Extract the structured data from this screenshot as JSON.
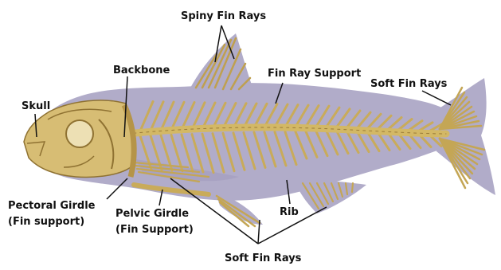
{
  "labels": {
    "spiny_fin_rays": "Spiny Fin Rays",
    "backbone": "Backbone",
    "fin_ray_support": "Fin Ray Support",
    "soft_fin_rays_tail": "Soft Fin Rays",
    "skull": "Skull",
    "pectoral_girdle_line1": "Pectoral Girdle",
    "pectoral_girdle_line2": "(Fin support)",
    "pelvic_girdle_line1": "Pelvic Girdle",
    "pelvic_girdle_line2": "(Fin Support)",
    "rib": "Rib",
    "soft_fin_rays_bottom": "Soft Fin Rays"
  },
  "colors": {
    "body": "#b1acc9",
    "bone": "#d6bd72",
    "bone_dark": "#8f7232",
    "line": "#111111"
  }
}
